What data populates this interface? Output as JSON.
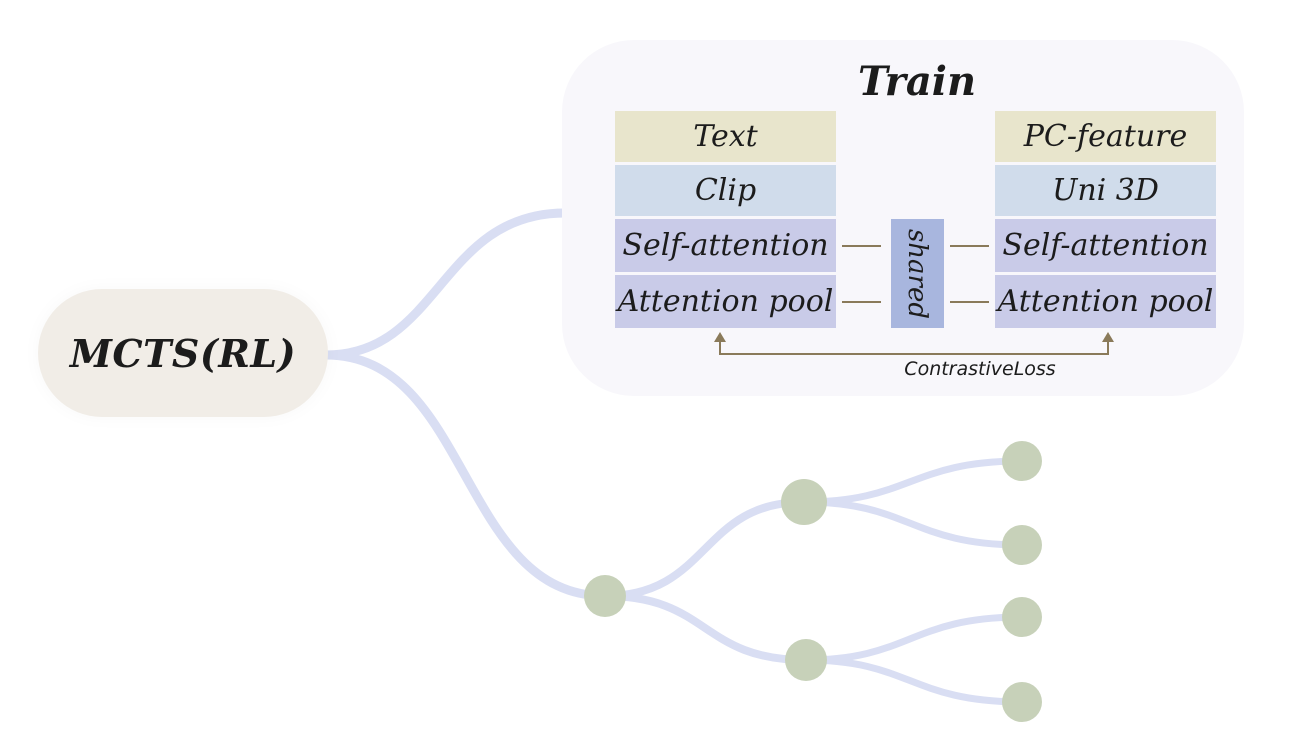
{
  "root": {
    "label": "MCTS(RL)"
  },
  "train": {
    "title": "Train",
    "left_column": [
      "Text",
      "Clip",
      "Self-attention",
      "Attention pool"
    ],
    "right_column": [
      "PC-feature",
      "Uni 3D",
      "Self-attention",
      "Attention pool"
    ],
    "shared_label": "shared",
    "loss_label": "ContrastiveLoss"
  },
  "tree": {
    "levels": [
      1,
      2,
      4
    ]
  },
  "colors": {
    "branch": "#d9def3",
    "header_cell": "#e8e5cc",
    "encoder_cell": "#d0dceb",
    "attention_cell": "#c9cbe8",
    "shared_block": "#a8b6de",
    "connector": "#8a7a5a",
    "tree_node": "#c7d1b9",
    "root_bg": "#f1ede7"
  }
}
